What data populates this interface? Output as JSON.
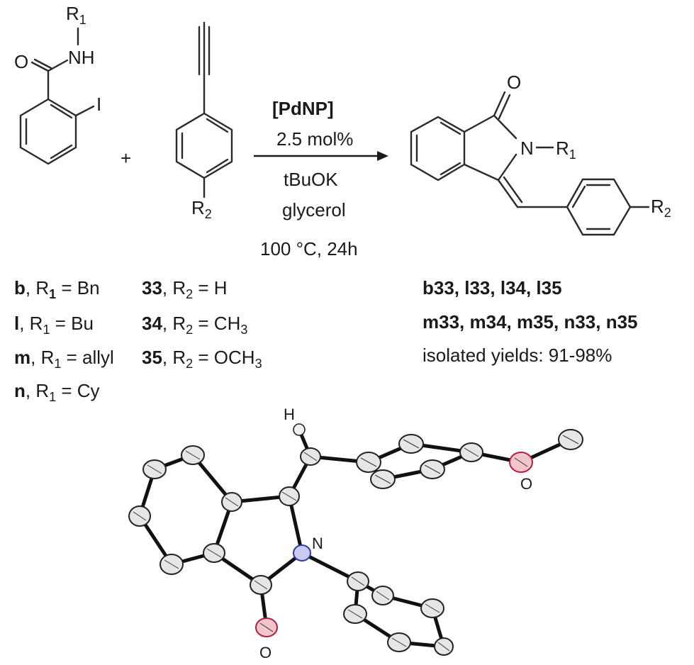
{
  "reactant1": {
    "r_group": "R",
    "r_sub": "1",
    "nh": "NH",
    "o": "O",
    "iodo": "I"
  },
  "plus": "+",
  "reactant2": {
    "r_group": "R",
    "r_sub": "2"
  },
  "conditions": {
    "catalyst": "[PdNP]",
    "loading": "2.5 mol%",
    "base": "tBuOK",
    "solvent": "glycerol",
    "temp_time": "100 °C, 24h"
  },
  "product": {
    "o": "O",
    "n": "N",
    "r1": "R",
    "r1_sub": "1",
    "r2": "R",
    "r2_sub": "2"
  },
  "substituents_r1": [
    {
      "code": "b",
      "rest": ", R",
      "sub": "1",
      "value": " = Bn"
    },
    {
      "code": "l",
      "rest": ", R",
      "sub": "1",
      "value": " = Bu"
    },
    {
      "code": "m",
      "rest": ", R",
      "sub": "1",
      "value": "  = allyl"
    },
    {
      "code": "n",
      "rest": ", R",
      "sub": "1",
      "value": "  = Cy"
    }
  ],
  "substituents_r2": [
    {
      "code": "33",
      "rest": ", R",
      "sub": "2",
      "value": " = H",
      "tail": "",
      "tail_sub": ""
    },
    {
      "code": "34",
      "rest": ", R",
      "sub": "2",
      "value": " = CH",
      "tail": "",
      "tail_sub": "3"
    },
    {
      "code": "35",
      "rest": ", R",
      "sub": "2",
      "value": " = OCH",
      "tail": "",
      "tail_sub": "3"
    }
  ],
  "products": {
    "line1": "b33, l33, l34, l35",
    "line2": "m33, m34, m35, n33, n35",
    "yields": "isolated yields: 91-98%"
  },
  "crystal_structure": {
    "h_label": "H",
    "n_label": "N",
    "o_label_top": "O",
    "o_label_bottom": "O"
  },
  "colors": {
    "nitrogen": "#2a3aa8",
    "oxygen": "#b02040",
    "carbon": "#e6e6e6"
  }
}
